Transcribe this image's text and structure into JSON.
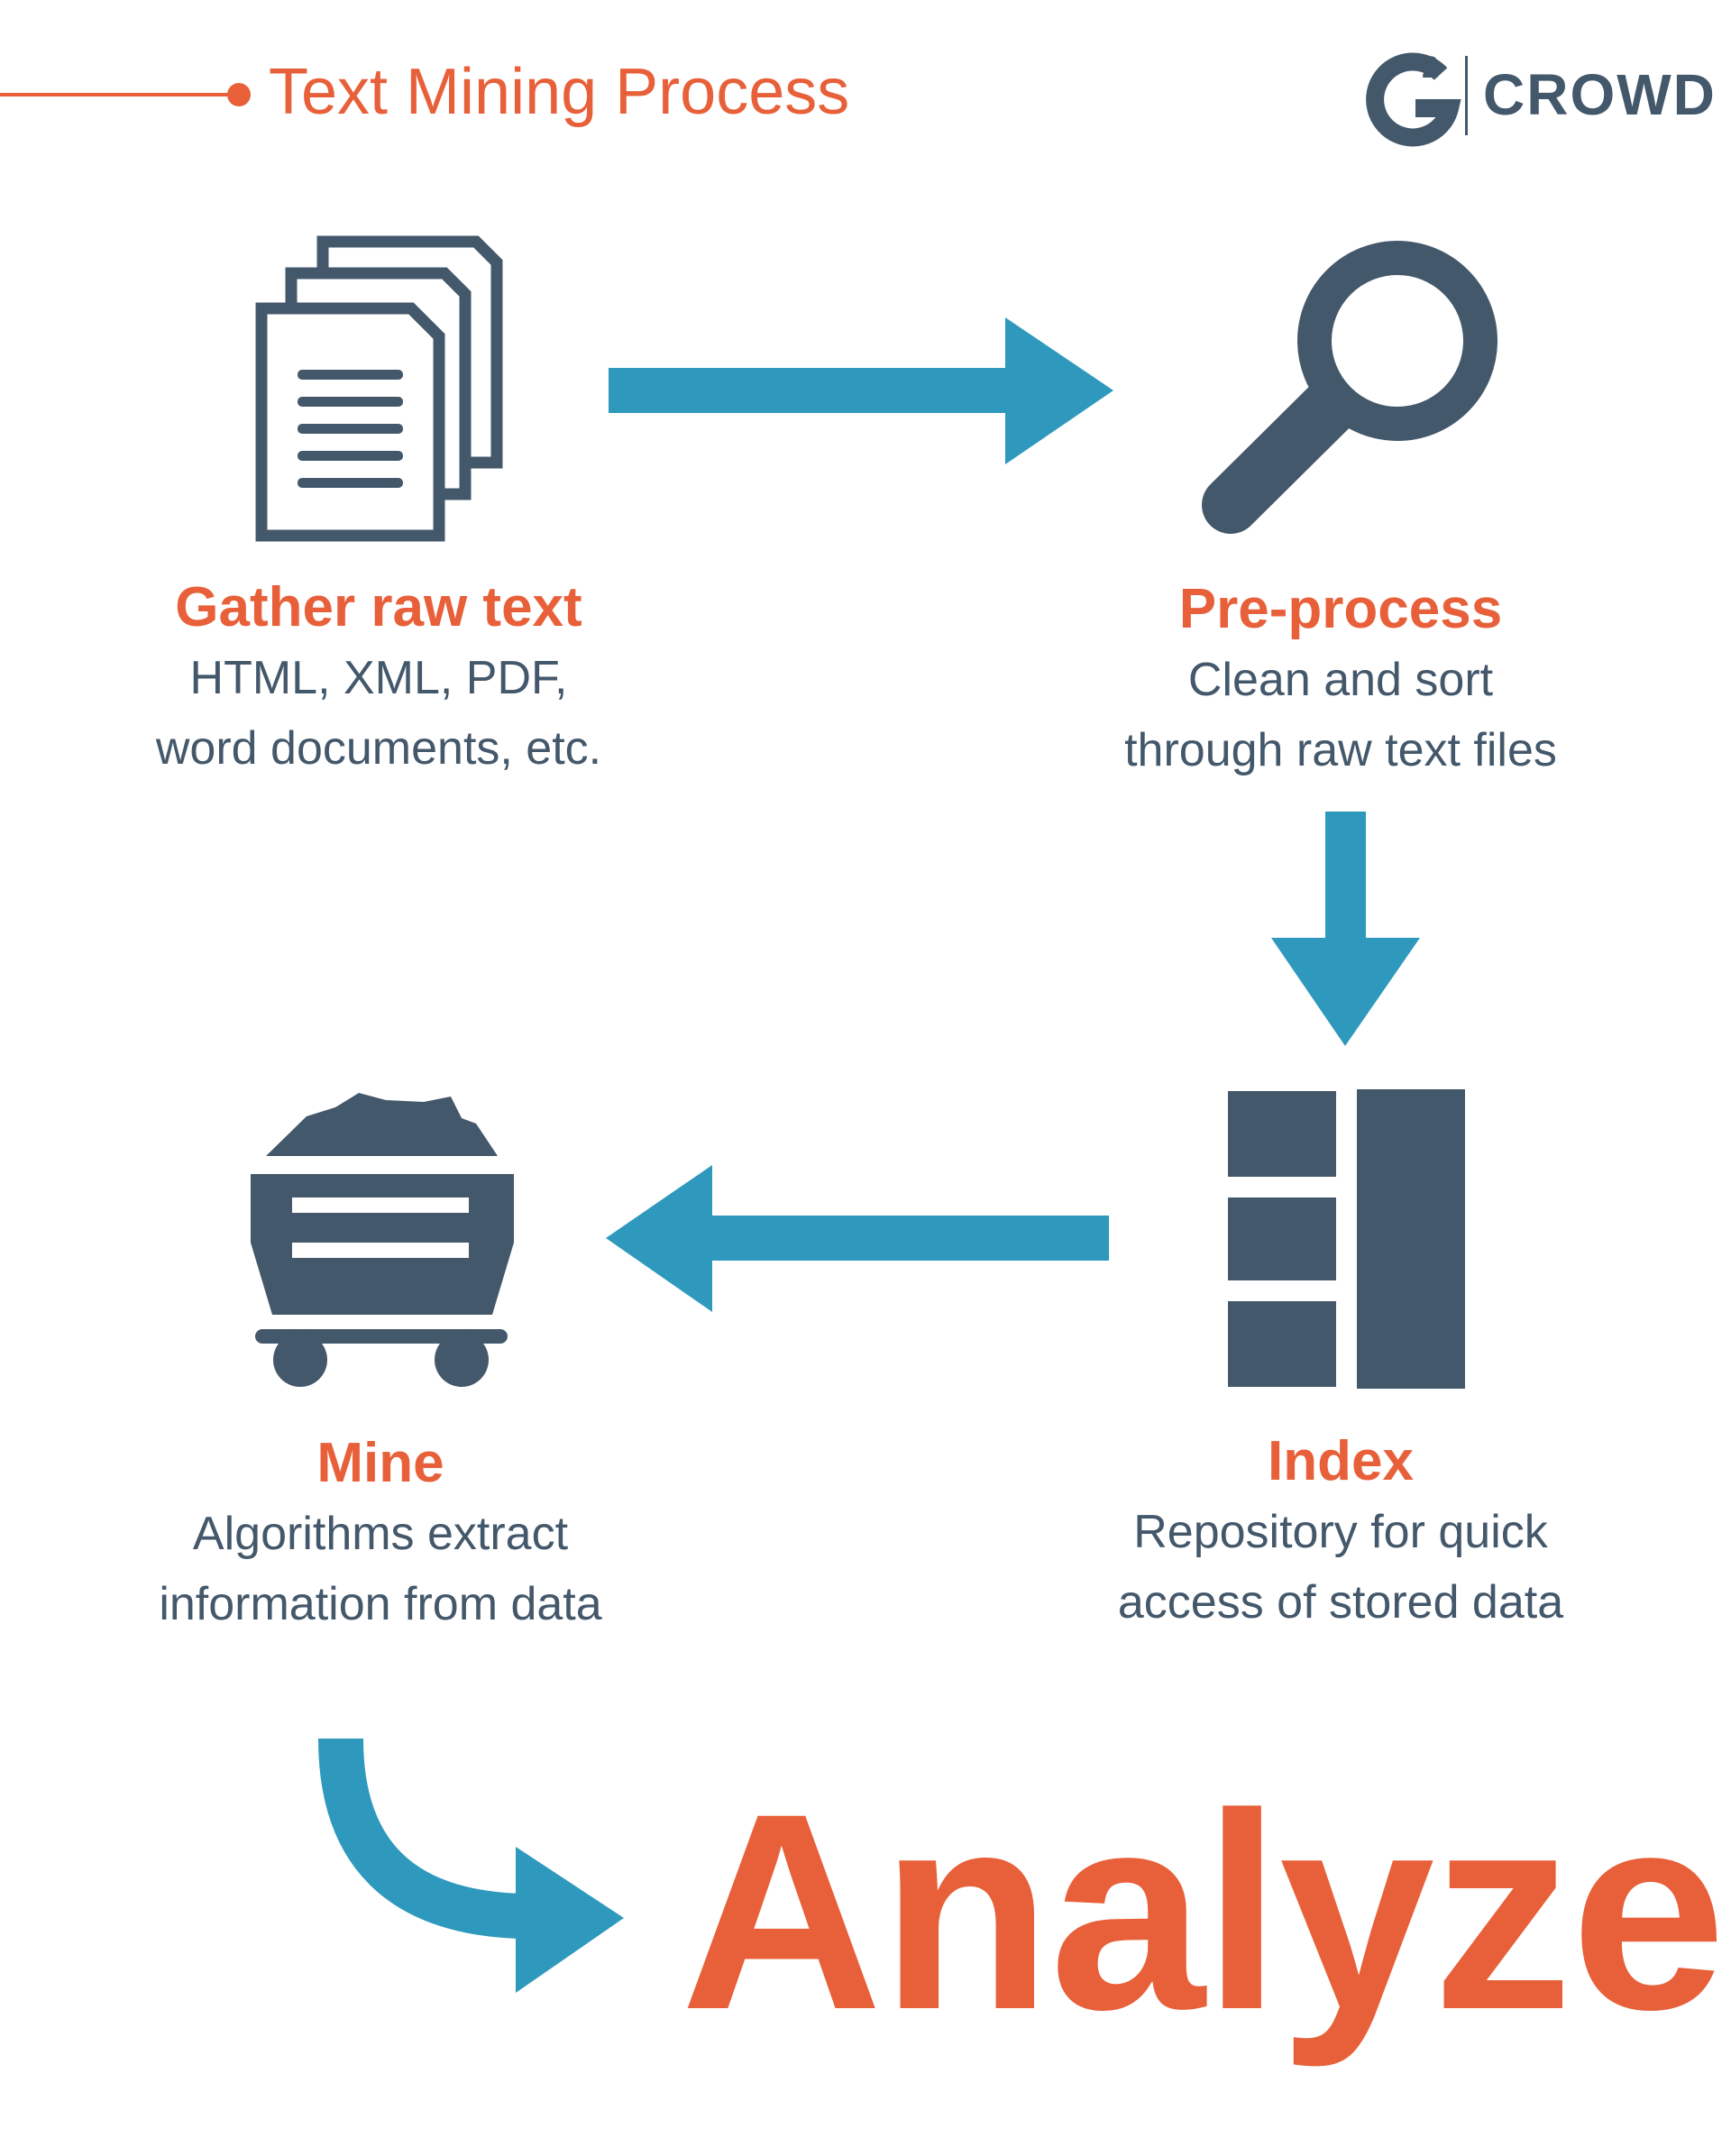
{
  "header": {
    "title": "Text Mining Process",
    "logo_superscript": "2",
    "logo_text": "CROWD"
  },
  "steps": {
    "gather": {
      "title": "Gather raw text",
      "desc_line1": "HTML, XML, PDF,",
      "desc_line2": "word documents, etc.",
      "icon": "documents-icon"
    },
    "preprocess": {
      "title": "Pre-process",
      "desc_line1": "Clean and sort",
      "desc_line2": "through raw text files",
      "icon": "magnifying-glass-icon"
    },
    "index": {
      "title": "Index",
      "desc_line1": "Repository for quick",
      "desc_line2": "access of stored data",
      "icon": "index-blocks-icon"
    },
    "mine": {
      "title": "Mine",
      "desc_line1": "Algorithms extract",
      "desc_line2": "information from data",
      "icon": "mine-cart-icon"
    }
  },
  "final": {
    "label": "Analyze"
  },
  "colors": {
    "accent_orange": "#e8603a",
    "arrow_blue": "#2e99bd",
    "icon_slate": "#44586b"
  }
}
